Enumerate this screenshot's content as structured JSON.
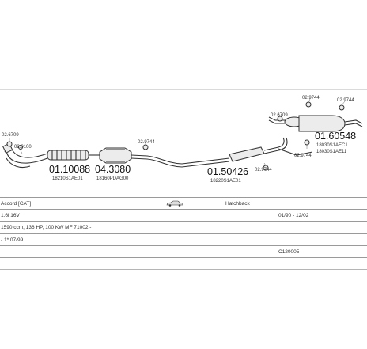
{
  "diagram": {
    "top_rule_color": "#b5b5b5",
    "parts": [
      {
        "number": "01.10088",
        "oe": "18210S1AE01"
      },
      {
        "number": "04.3080",
        "oe": "18160PDAG00"
      },
      {
        "number": "01.50426",
        "oe": "18220S1AE01"
      },
      {
        "number": "01.60548",
        "oe": "18030S1AEC1",
        "oe2": "18030S1AE11"
      }
    ],
    "small_labels": {
      "a": "02.6709",
      "b": "02.0100",
      "c": "02.9744",
      "d": "02.9744",
      "e": "02.9744",
      "f": "02.6709",
      "g": "02.9744",
      "h": "02.9744"
    }
  },
  "info_table": {
    "rows": [
      {
        "c1": "Accord  [CAT]",
        "c2": "Hatchback",
        "c3": "",
        "car_icon": "hatchback-car-icon"
      },
      {
        "c1": "1.6i 16V",
        "c2": "",
        "c3": "01/90 - 12/02"
      },
      {
        "c1": "1590 ccm, 136 HP, 100 KW MF 71002 -",
        "c2": "",
        "c3": ""
      },
      {
        "c1": "- 1* 07/99",
        "c2": "",
        "c3": ""
      },
      {
        "c1": "",
        "c2": "",
        "c3": "C120005"
      }
    ]
  }
}
